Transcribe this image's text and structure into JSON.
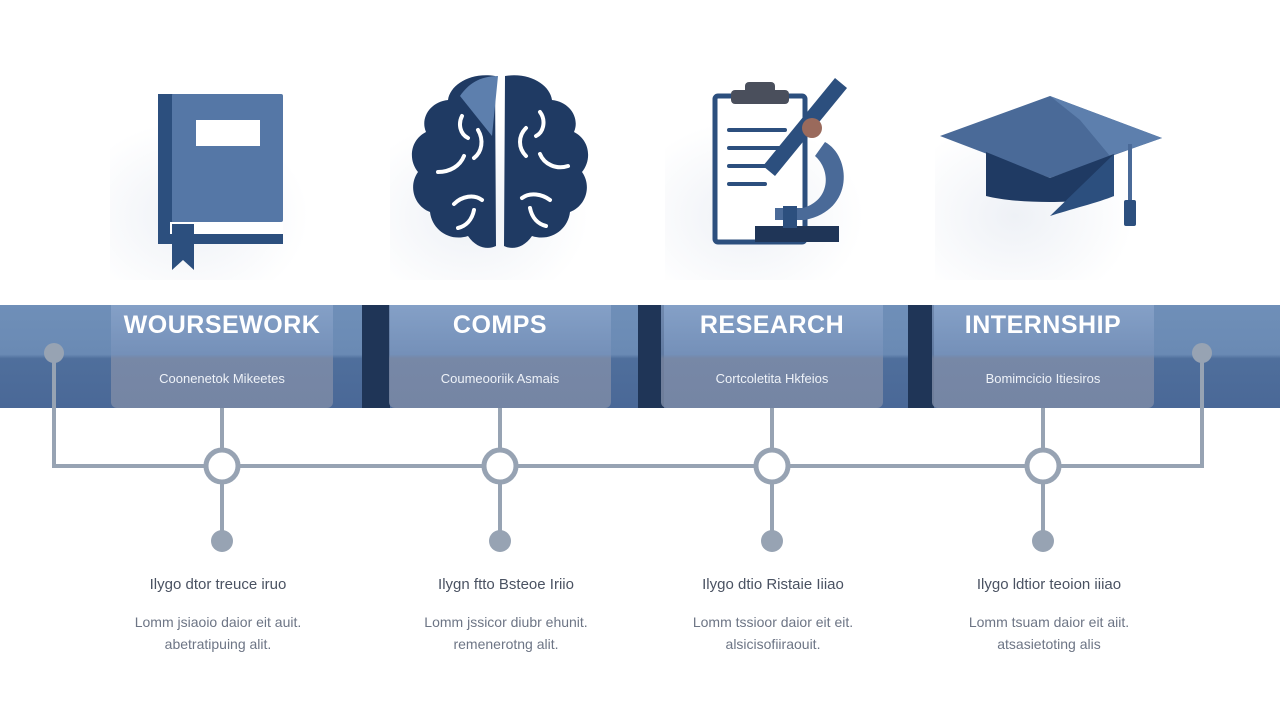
{
  "colors": {
    "primary": "#2c4f7e",
    "dark_navy": "#1f3557",
    "band": "#6a8ab4",
    "connector": "#97a3b3"
  },
  "stages": [
    {
      "icon": "book-icon",
      "title": "WOURSEWORK",
      "subtitle": "Coonenetok Mikeetes",
      "desc_title": "Ilygo dtor treuce iruo",
      "desc_line1": "Lomm jsiaoio daior eit auit.",
      "desc_line2": "abetratipuing alit."
    },
    {
      "icon": "brain-icon",
      "title": "COMPS",
      "subtitle": "Coumeooriik Asmais",
      "desc_title": "Ilygn ftto Bsteoe Iriio",
      "desc_line1": "Lomm jssicor diubr ehunit.",
      "desc_line2": "remenerotng alit."
    },
    {
      "icon": "microscope-icon",
      "title": "RESEARCH",
      "subtitle": "Cortcoletita Hkfeios",
      "desc_title": "Ilygo dtio Ristaie Iiiao",
      "desc_line1": "Lomm tssioor daior eit eit.",
      "desc_line2": "alsicisofiiraouit."
    },
    {
      "icon": "graduation-cap-icon",
      "title": "INTERNSHIP",
      "subtitle": "Bomimcicio Itiesiros",
      "desc_title": "Ilygo ldtior teoion iiiao",
      "desc_line1": "Lomm tsuam daior eit aiit.",
      "desc_line2": "atsasietoting alis"
    }
  ]
}
